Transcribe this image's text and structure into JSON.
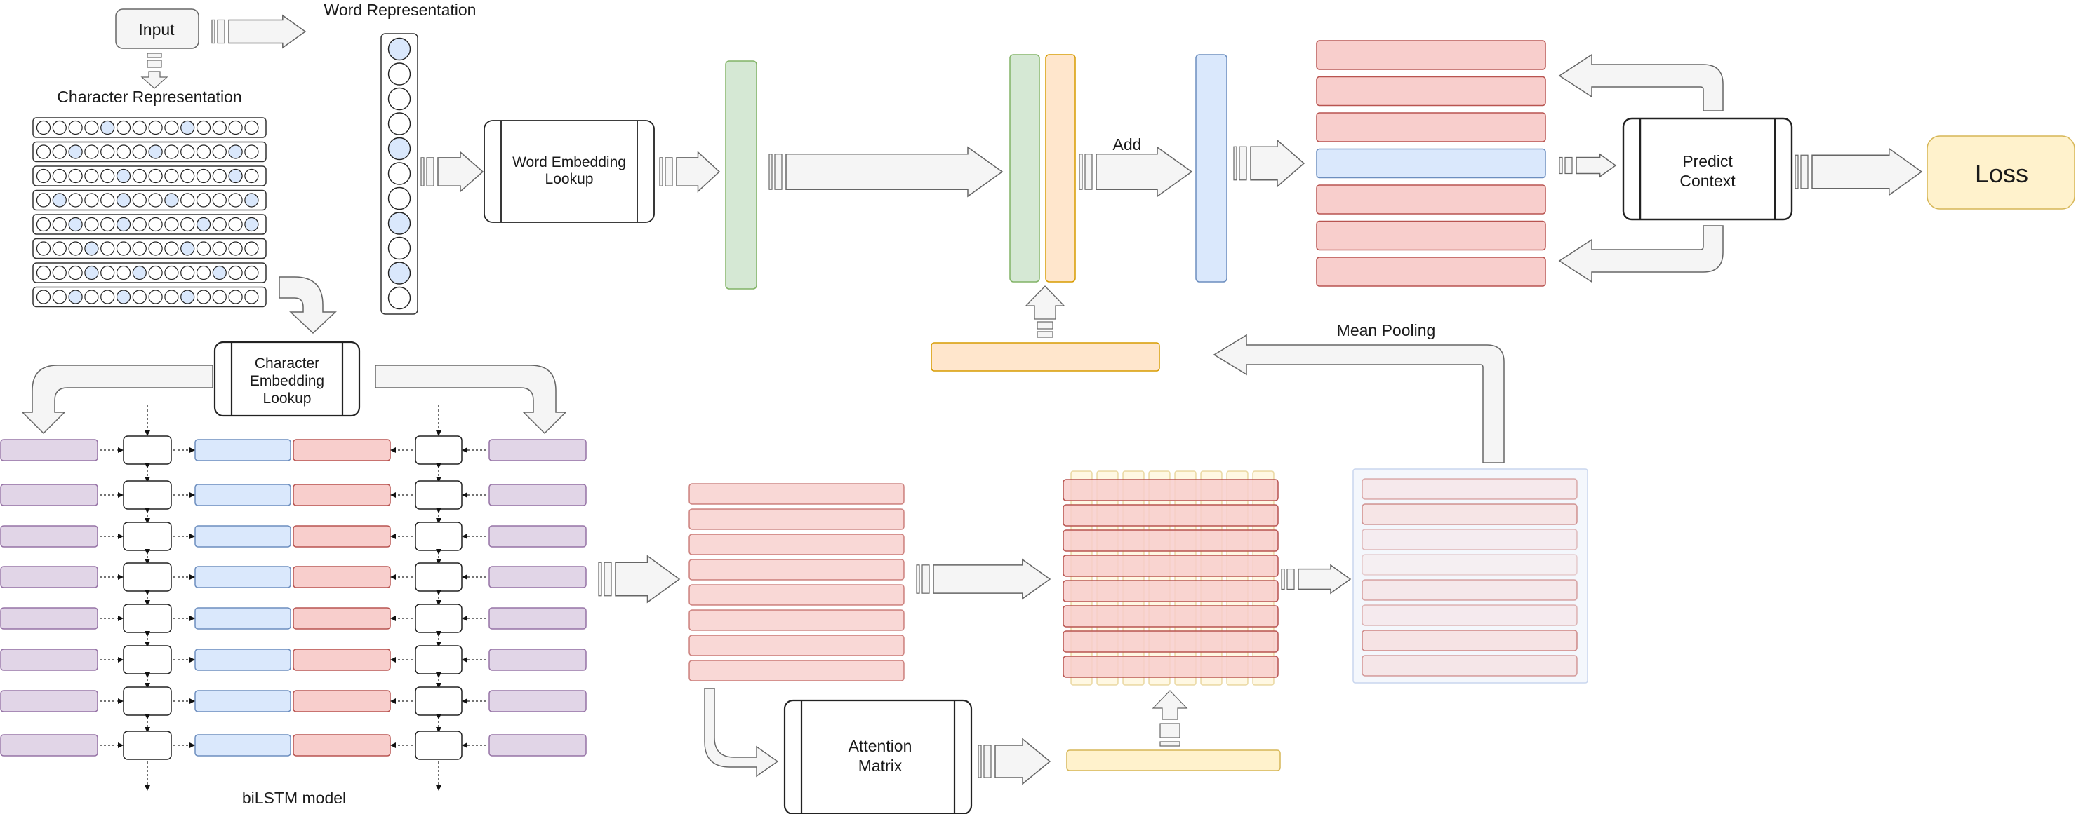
{
  "labels": {
    "input": "Input",
    "word_representation": "Word Representation",
    "character_representation": "Character Representation",
    "word_embedding_lookup": [
      "Word Embedding",
      "Lookup"
    ],
    "character_embedding_lookup": [
      "Character",
      "Embedding",
      "Lookup"
    ],
    "add": "Add",
    "predict_context": [
      "Predict",
      "Context"
    ],
    "loss": "Loss",
    "mean_pooling": "Mean Pooling",
    "attention_matrix": [
      "Attention",
      "Matrix"
    ],
    "bilstm_model": "biLSTM model"
  },
  "colors": {
    "green": "#d5e8d4",
    "green_stroke": "#82b366",
    "orange": "#ffe6cc",
    "orange_stroke": "#d79b00",
    "blue": "#dae8fc",
    "blue_stroke": "#6c8ebf",
    "red": "#f8cecc",
    "red_stroke": "#b85450",
    "purple": "#e1d5e7",
    "purple_stroke": "#9673a6",
    "yellow": "#fff2cc",
    "yellow_stroke": "#d6b656",
    "grey_fill": "#f5f5f5",
    "grey_stroke": "#666666"
  },
  "word_vector_filled": [
    true,
    false,
    false,
    false,
    true,
    false,
    false,
    true,
    false,
    true,
    false
  ],
  "char_grid_filled": [
    [
      0,
      0,
      0,
      0,
      1,
      0,
      0,
      0,
      0,
      1,
      0,
      0,
      0,
      0
    ],
    [
      0,
      0,
      1,
      0,
      0,
      0,
      0,
      1,
      0,
      0,
      0,
      0,
      1,
      0
    ],
    [
      0,
      0,
      0,
      0,
      0,
      1,
      0,
      0,
      0,
      0,
      0,
      0,
      1,
      0
    ],
    [
      0,
      1,
      0,
      0,
      0,
      1,
      0,
      0,
      1,
      0,
      0,
      0,
      0,
      1
    ],
    [
      0,
      0,
      1,
      0,
      0,
      1,
      0,
      0,
      0,
      0,
      1,
      0,
      0,
      1
    ],
    [
      0,
      0,
      0,
      1,
      0,
      0,
      0,
      0,
      0,
      1,
      0,
      0,
      0,
      0
    ],
    [
      0,
      0,
      0,
      1,
      0,
      0,
      1,
      0,
      0,
      0,
      0,
      1,
      0,
      0
    ],
    [
      0,
      0,
      1,
      0,
      0,
      1,
      0,
      0,
      0,
      1,
      0,
      0,
      0,
      0
    ]
  ],
  "context_bars": [
    "red",
    "red",
    "red",
    "blue",
    "red",
    "red",
    "red"
  ],
  "pooled_row_opacity": [
    0.45,
    0.6,
    0.35,
    0.25,
    0.5,
    0.4,
    0.65,
    0.55
  ]
}
